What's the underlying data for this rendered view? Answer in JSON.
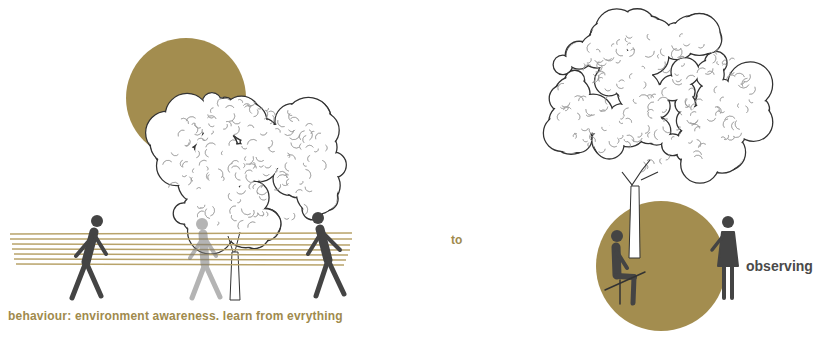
{
  "diagram": {
    "caption": "behaviour: environment awareness. learn from evrything",
    "nodes": [
      {
        "text": [
          "observing"
        ]
      }
    ],
    "labels": [
      "to"
    ]
  }
}
